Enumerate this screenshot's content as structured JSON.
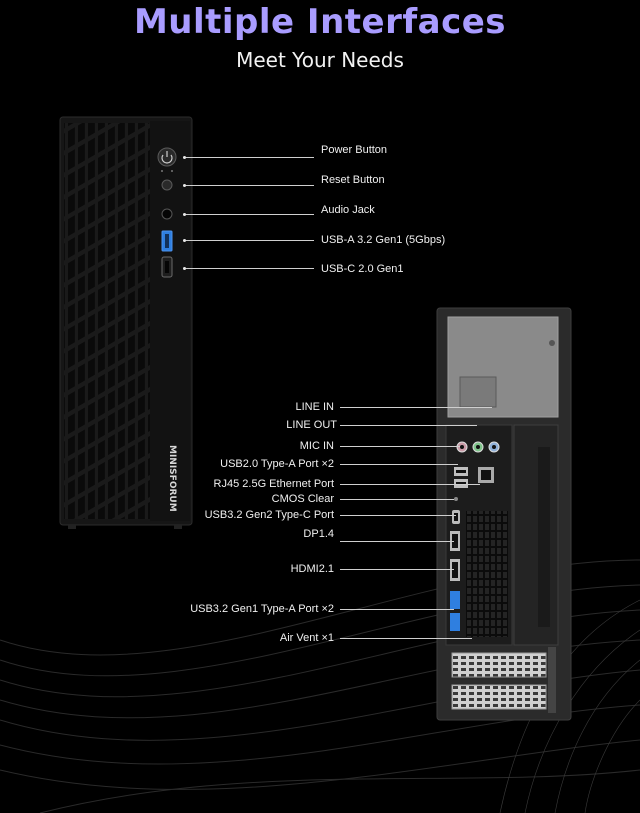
{
  "header": {
    "title": "Multiple Interfaces",
    "subtitle": "Meet Your Needs"
  },
  "front_panel": {
    "brand": "MINISFORUM",
    "labels": [
      "Power Button",
      "Reset Button",
      "Audio Jack",
      "USB-A 3.2 Gen1 (5Gbps)",
      "USB-C 2.0 Gen1"
    ]
  },
  "rear_panel": {
    "labels": [
      "LINE IN",
      "LINE OUT",
      "MIC IN",
      "USB2.0 Type-A Port ×2",
      "RJ45 2.5G Ethernet Port",
      "CMOS Clear",
      "USB3.2 Gen2 Type-C Port",
      "DP1.4",
      "HDMI2.1",
      "USB3.2 Gen1 Type-A Port  ×2",
      "Air Vent ×1"
    ]
  },
  "colors": {
    "title_accent": "#a99cff",
    "usb3_port": "#2f7fe0",
    "background": "#000000"
  }
}
